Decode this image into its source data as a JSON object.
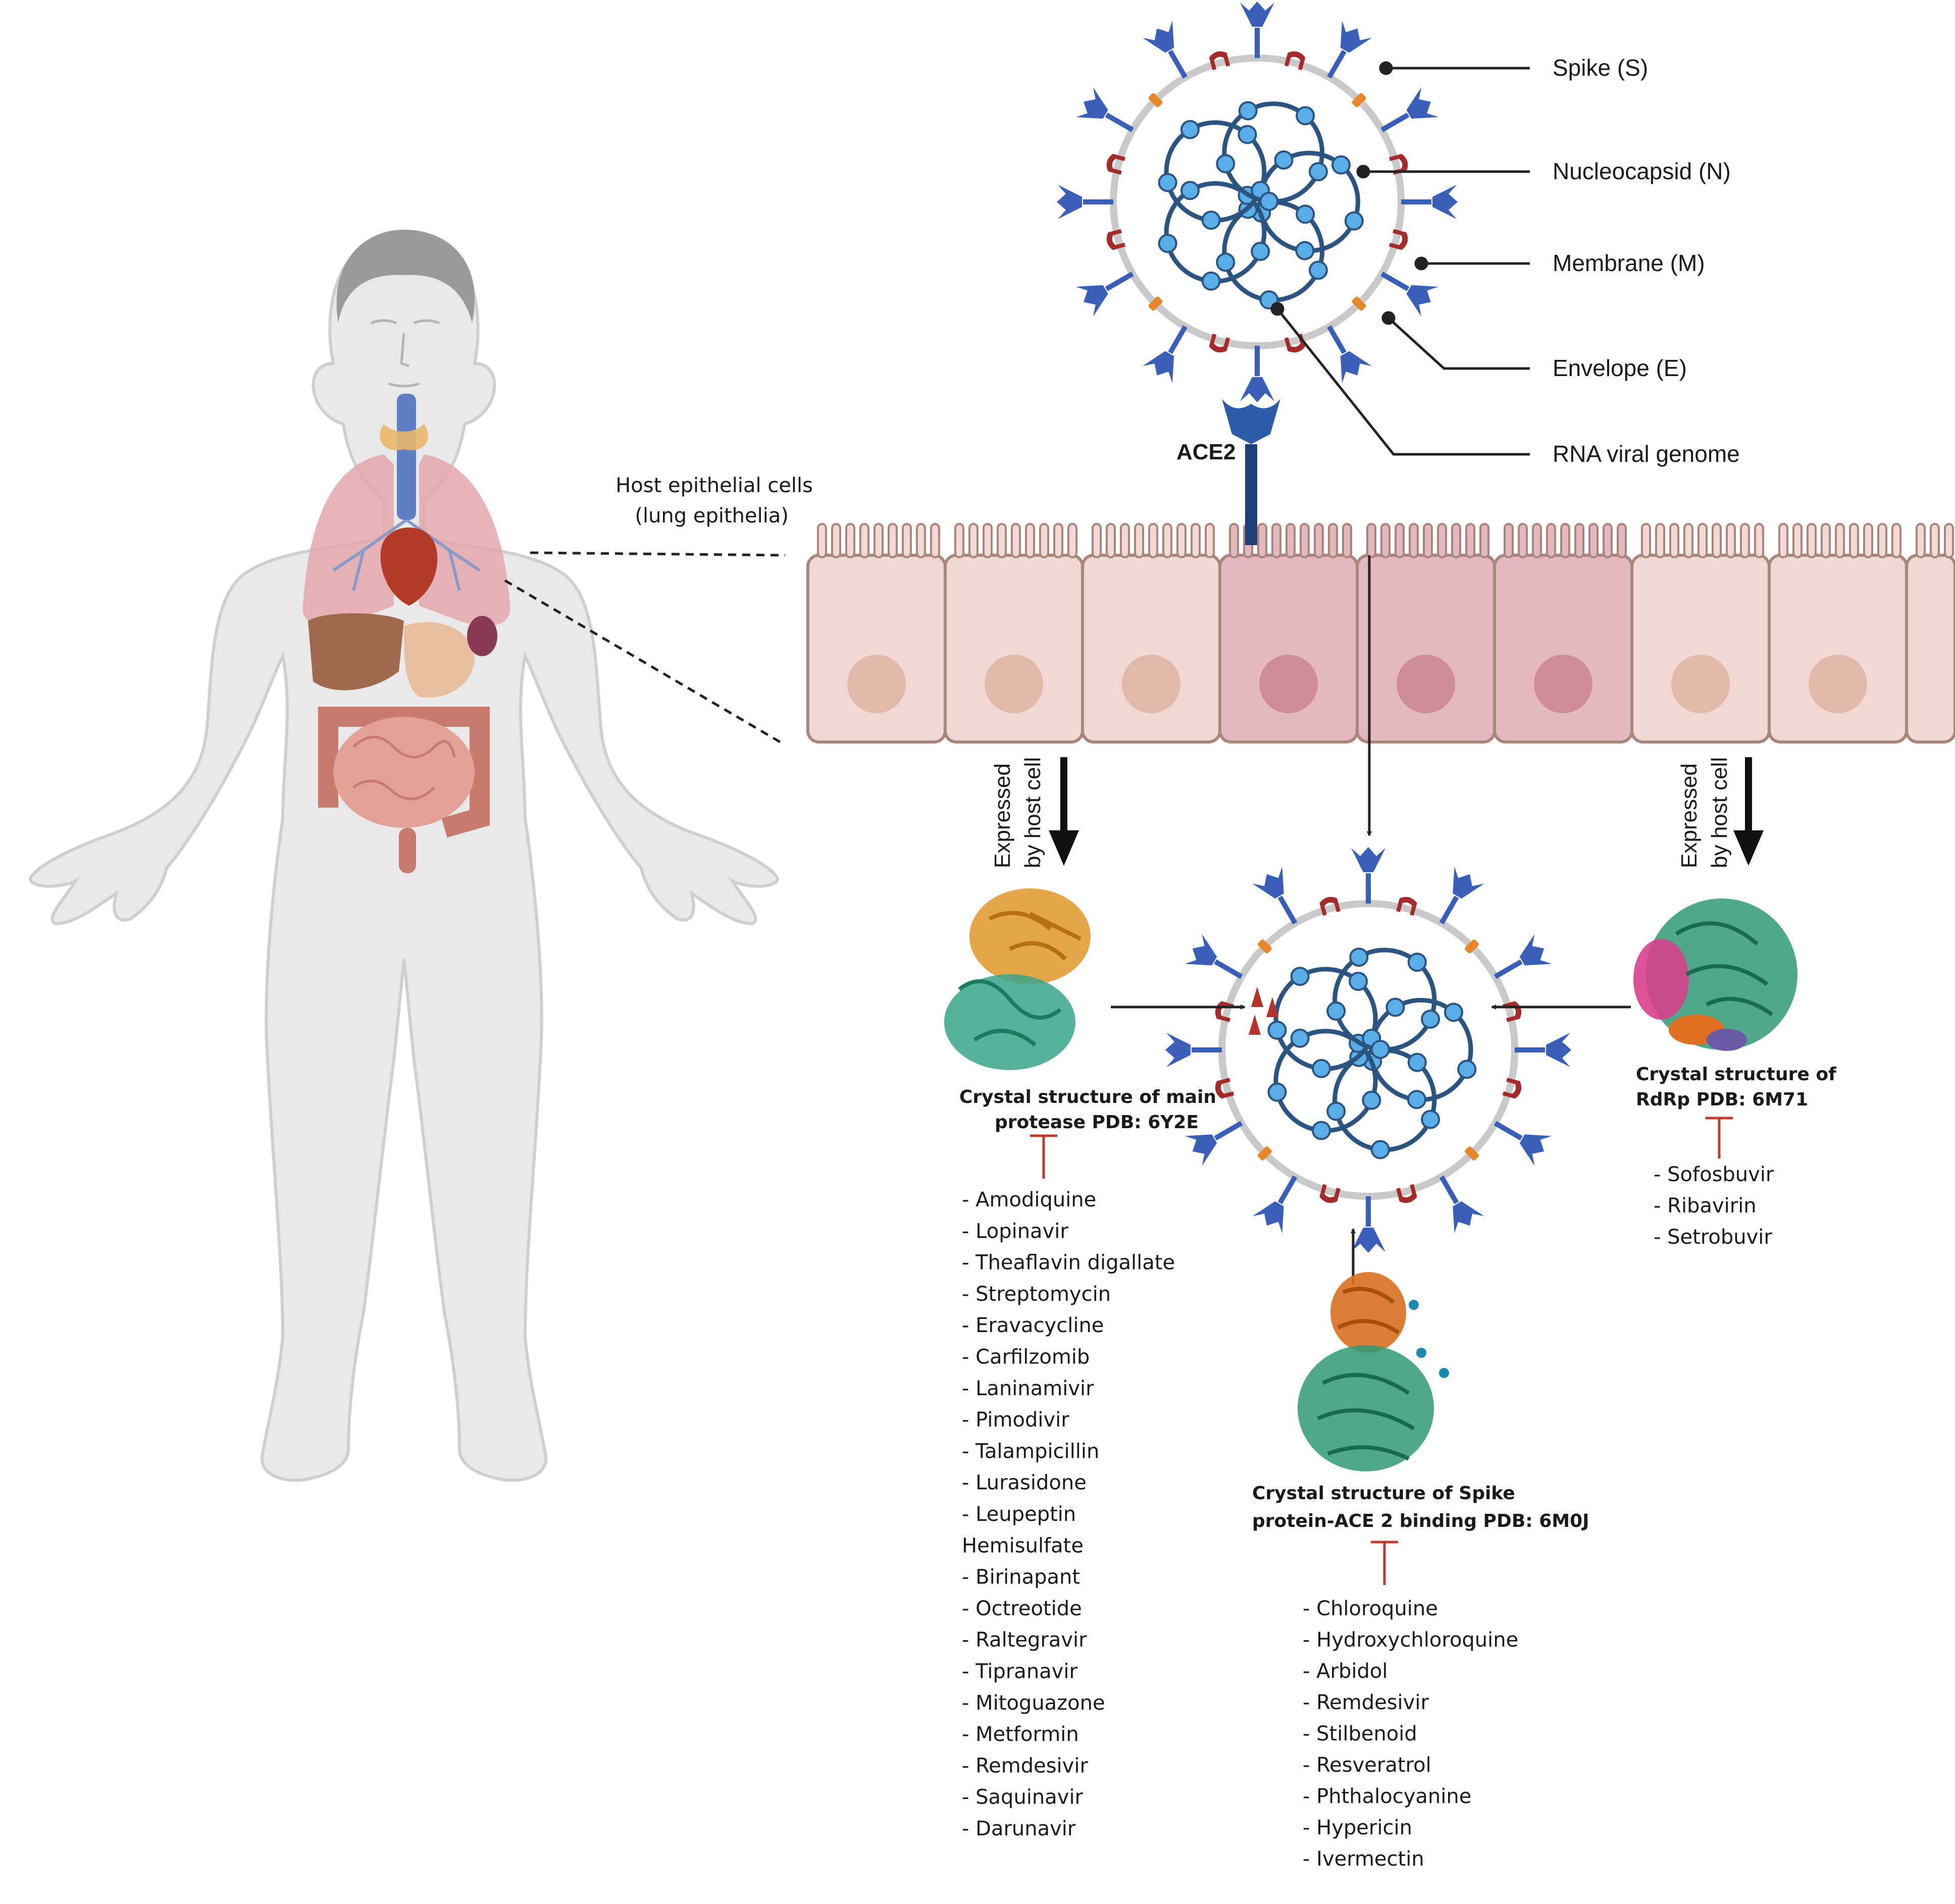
{
  "virus_labels": {
    "spike": "Spike (S)",
    "nucleocapsid": "Nucleocapsid (N)",
    "membrane": "Membrane (M)",
    "envelope": "Envelope (E)",
    "rna": "RNA viral genome"
  },
  "receptor_label": "ACE2",
  "host_cells": {
    "line1": "Host epithelial cells",
    "line2": "(lung epithelia)"
  },
  "expressed_left": {
    "line1": "Expressed",
    "line2": "by host cell"
  },
  "expressed_right": {
    "line1": "Expressed",
    "line2": "by host cell"
  },
  "protease": {
    "title1": "Crystal structure of main",
    "title2": "protease PDB: 6Y2E",
    "drugs": [
      "- Amodiquine",
      "- Lopinavir",
      "- Theaflavin digallate",
      "- Streptomycin",
      "- Eravacycline",
      "- Carfilzomib",
      "- Laninamivir",
      "- Pimodivir",
      "- Talampicillin",
      "- Lurasidone",
      "- Leupeptin",
      "Hemisulfate",
      "- Birinapant",
      "- Octreotide",
      "- Raltegravir",
      "- Tipranavir",
      "- Mitoguazone",
      "- Metformin",
      "- Remdesivir",
      "- Saquinavir",
      "- Darunavir"
    ]
  },
  "rdrp": {
    "title1": "Crystal structure of",
    "title2": "RdRp PDB: 6M71",
    "drugs": [
      "- Sofosbuvir",
      "- Ribavirin",
      "- Setrobuvir"
    ]
  },
  "spike_ace2": {
    "title1": "Crystal structure of Spike",
    "title2": "protein-ACE 2 binding PDB: 6M0J",
    "drugs": [
      "- Chloroquine",
      "- Hydroxychloroquine",
      "- Arbidol",
      "- Remdesivir",
      "- Stilbenoid",
      "- Resveratrol",
      "- Phthalocyanine",
      "- Hypericin",
      "- Ivermectin"
    ]
  },
  "colors": {
    "spike": "#3a5fb8",
    "membrane_protein": "#a52a2a",
    "envelope_protein": "#e8862a",
    "nucleocapsid": "#5aaee8",
    "rna": "#2b5580",
    "infected_cell": "#e3b8bf",
    "healthy_cell": "#f0d9d2",
    "inhibitor": "#c0392b"
  }
}
